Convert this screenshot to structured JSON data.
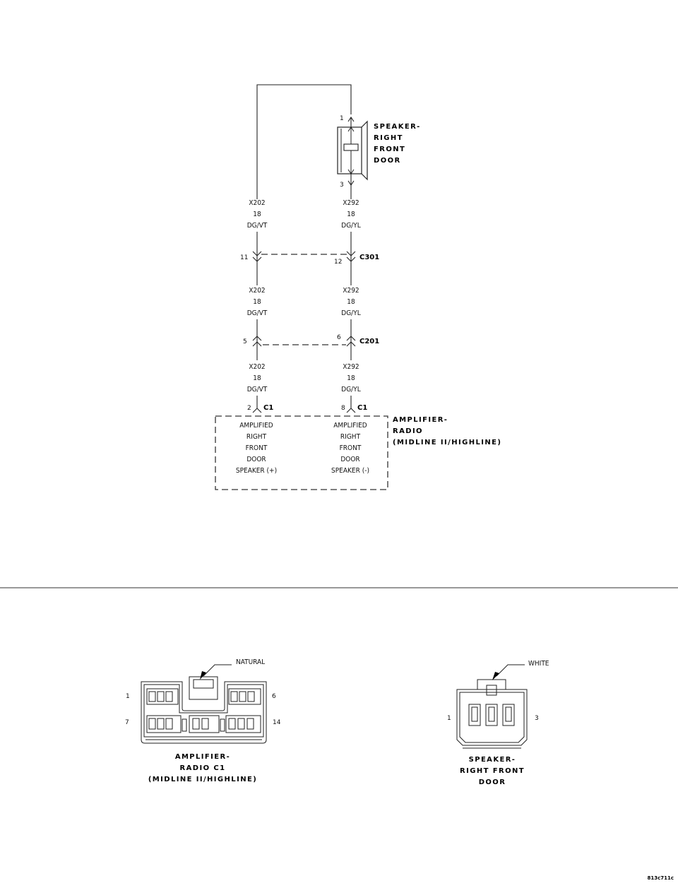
{
  "speaker": {
    "title": [
      "SPEAKER-",
      "RIGHT",
      "FRONT",
      "DOOR"
    ],
    "pin_top": "1",
    "pin_bottom": "3"
  },
  "wires": {
    "left": {
      "circuit": "X202",
      "gauge": "18",
      "color": "DG/VT"
    },
    "right": {
      "circuit": "X292",
      "gauge": "18",
      "color": "DG/YL"
    }
  },
  "connectors": {
    "c301": {
      "name": "C301",
      "left_pin": "11",
      "right_pin": "12"
    },
    "c201": {
      "name": "C201",
      "left_pin": "5",
      "right_pin": "6"
    },
    "c1": {
      "name": "C1",
      "left_pin": "2",
      "right_pin": "8"
    }
  },
  "amplifier": {
    "title": [
      "AMPLIFIER-",
      "RADIO",
      "(MIDLINE II/HIGHLINE)"
    ],
    "left_function": [
      "AMPLIFIED",
      "RIGHT",
      "FRONT",
      "DOOR",
      "SPEAKER (+)"
    ],
    "right_function": [
      "AMPLIFIED",
      "RIGHT",
      "FRONT",
      "DOOR",
      "SPEAKER (-)"
    ]
  },
  "views": {
    "amp_connector": {
      "color_label": "NATURAL",
      "pin_labels": {
        "top_left": "1",
        "top_right": "6",
        "bottom_left": "7",
        "bottom_right": "14"
      },
      "caption": [
        "AMPLIFIER-",
        "RADIO C1",
        "(MIDLINE II/HIGHLINE)"
      ]
    },
    "speaker_connector": {
      "color_label": "WHITE",
      "pin_labels": {
        "left": "1",
        "right": "3"
      },
      "caption": [
        "SPEAKER-",
        "RIGHT FRONT",
        "DOOR"
      ]
    }
  },
  "figure_id": "813c711c"
}
